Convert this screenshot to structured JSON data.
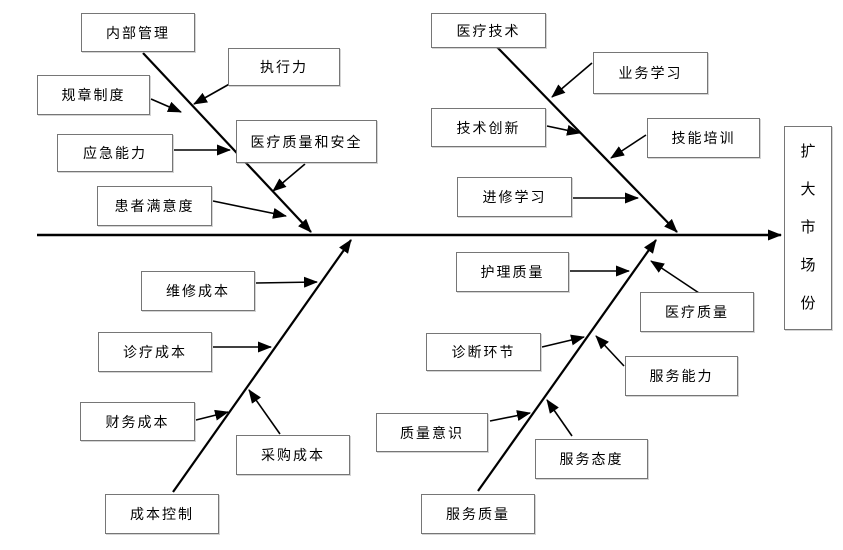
{
  "diagram": {
    "type": "fishbone",
    "head": {
      "label": "扩大市场份"
    },
    "branches": {
      "top_left": [
        "内部管理",
        "执行力",
        "规章制度",
        "应急能力",
        "医疗质量和安全",
        "患者满意度"
      ],
      "top_right": [
        "医疗技术",
        "业务学习",
        "技术创新",
        "技能培训",
        "进修学习"
      ],
      "bottom_left": [
        "维修成本",
        "诊疗成本",
        "财务成本",
        "采购成本",
        "成本控制"
      ],
      "bottom_right": [
        "护理质量",
        "医疗质量",
        "诊断环节",
        "服务能力",
        "质量意识",
        "服务态度",
        "服务质量"
      ]
    },
    "colors": {
      "line": "#000000",
      "box_border": "#767676",
      "box_background": "#ffffff",
      "text": "#000000",
      "page_background": "#ffffff"
    }
  }
}
